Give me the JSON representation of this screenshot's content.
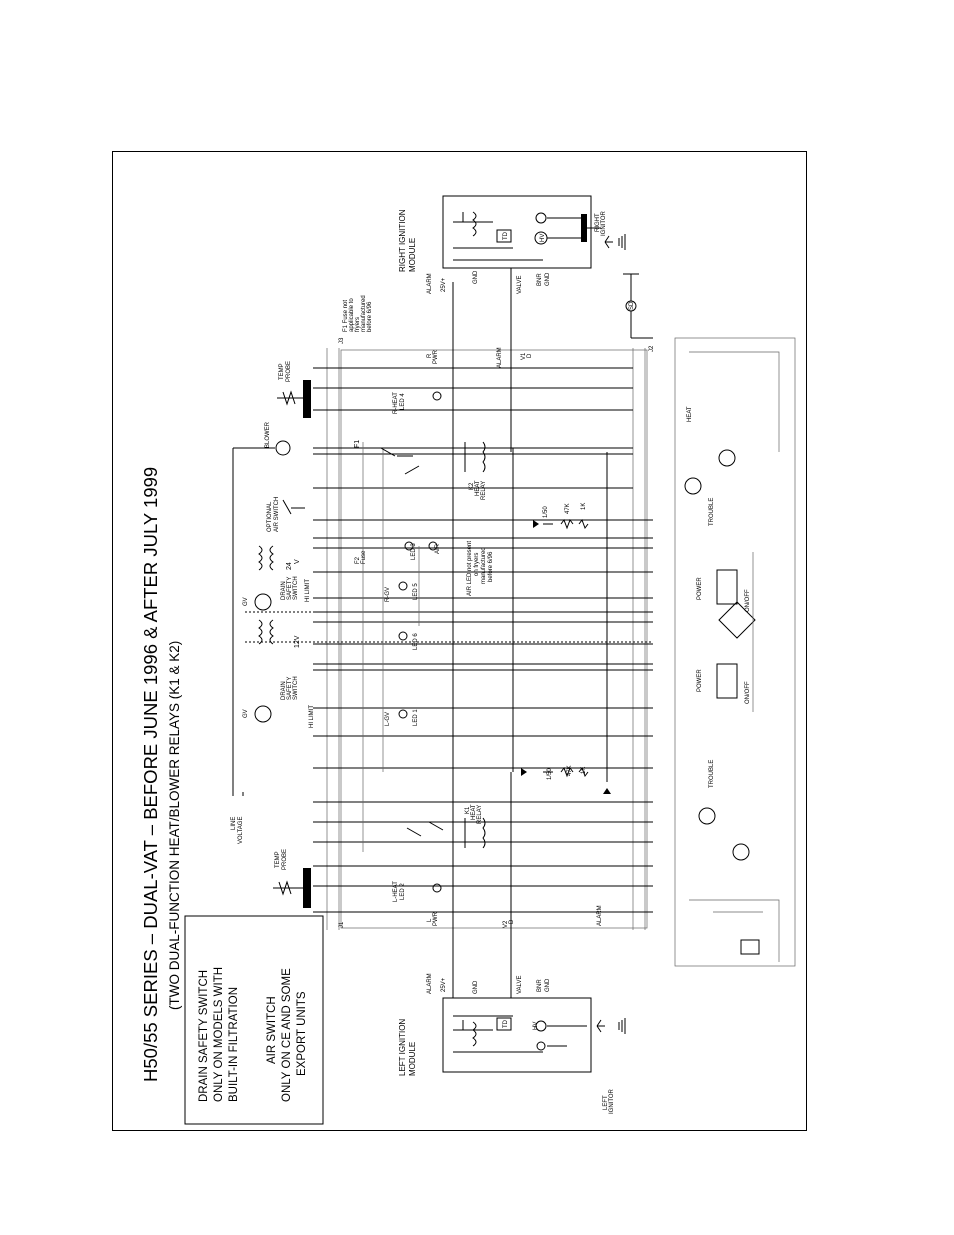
{
  "title": "H50/55 SERIES – DUAL-VAT – BEFORE JUNE 1996 & AFTER JULY 1999",
  "subtitle": "(TWO DUAL-FUNCTION HEAT/BLOWER RELAYS (K1 & K2)",
  "notes": {
    "drain_1": "DRAIN SAFETY SWITCH",
    "drain_2": "ONLY ON MODELS WITH",
    "drain_3": "BUILT-IN FILTRATION",
    "air_1": "AIR SWITCH",
    "air_2": "ONLY ON CE AND SOME",
    "air_3": "EXPORT UNITS"
  },
  "right_module": {
    "title_1": "RIGHT IGNITION",
    "title_2": "MODULE",
    "alarm": "ALARM",
    "v25": "25V+",
    "gnd": "GND",
    "valve": "VALVE",
    "bnr": "BNR",
    "gnd2": "GND",
    "td": "TD",
    "hv": "HV",
    "ignitor_1": "RIGHT",
    "ignitor_2": "IGNITOR"
  },
  "left_module": {
    "title_1": "LEFT IGNITION",
    "title_2": "MODULE",
    "alarm": "ALARM",
    "v25": "25V+",
    "gnd": "GND",
    "valve": "VALVE",
    "bnr": "BNR",
    "gnd2": "GND",
    "td": "TD",
    "hv": "HV",
    "ignitor_1": "LEFT",
    "ignitor_2": "IGNITOR"
  },
  "labels": {
    "temp_probe_1": "TEMP",
    "temp_probe_2": "PROBE",
    "blower": "BLOWER",
    "optional_air_1": "OPTIONAL",
    "optional_air_2": "AIR SWITCH",
    "gv": "GV",
    "drain_sw_1": "DRAIN",
    "drain_sw_2": "SAFETY",
    "drain_sw_3": "SWITCH",
    "hi_limit": "HI LIMIT",
    "line_voltage_1": "LINE",
    "line_voltage_2": "VOLTAGE",
    "v24": "24",
    "v": "V",
    "v12": "12V",
    "f1": "F1",
    "f2": "F2",
    "fuse": "Fuse",
    "f1_note_1": "F1 Fuse not",
    "f1_note_2": "applicable to",
    "f1_note_3": "fryers",
    "f1_note_4": "manufactured",
    "f1_note_5": "before 6/96",
    "air_led_1": "AIR LED not present",
    "air_led_2": "on fryers",
    "air_led_3": "manufactured",
    "air_led_4": "before 6/96",
    "r_heat": "R-HEAT",
    "led4": "LED 4",
    "r_pwr_1": "R",
    "r_pwr_2": "PWR",
    "alarm": "ALARM",
    "v1_1": "V1",
    "v1_2": "D",
    "k2_1": "K2",
    "k2_2": "HEAT",
    "k2_3": "RELAY",
    "k1_1": "K1",
    "k1_2": "HEAT",
    "k1_3": "RELAY",
    "r150": "1/50",
    "r47k": "47K",
    "r1k": "1K",
    "led3": "LED 3",
    "air": "AIR",
    "led5": "LED 5",
    "r_gv": "R-GV",
    "led6": "LED 6",
    "l_gv": "L-GV",
    "led1": "LED 1",
    "l_heat": "L-HEAT",
    "led2": "LED 2",
    "l_pwr_1": "L",
    "l_pwr_2": "PWR",
    "v2_1": "V2",
    "v2_2": "D",
    "j1": "J1",
    "j2": "J2",
    "j3": "J3",
    "heat": "HEAT",
    "trouble": "TROUBLE",
    "power": "POWER",
    "onoff": "ON/OFF",
    "sd": "SD"
  }
}
